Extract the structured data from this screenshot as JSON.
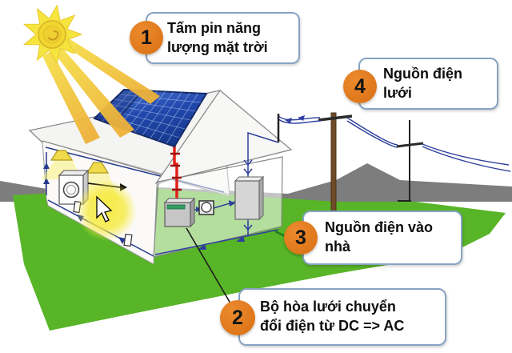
{
  "diagram_title": "",
  "callouts": [
    {
      "number": "1",
      "lines": [
        "Tấm pin năng",
        "lượng mặt trời"
      ]
    },
    {
      "number": "2",
      "lines": [
        "Bộ hòa lưới chuyển",
        "đổi điện từ DC => AC"
      ]
    },
    {
      "number": "3",
      "lines": [
        "Nguồn điện vào",
        "nhà"
      ]
    },
    {
      "number": "4",
      "lines": [
        "Nguồn điện",
        "lưới"
      ]
    }
  ],
  "colors": {
    "badge_orange": "#e0771c",
    "callout_border": "#87a3c2",
    "grass_green": "#58b527",
    "mountain_gray": "#7d7d7d",
    "solar_panel_blue": "#2b50b8",
    "wire_blue": "#2e3f9e",
    "dc_cable_red": "#e32119",
    "sun_yellow": "#f5e042",
    "pole_brown": "#6e4a26",
    "inverter_green_strip": "#2f9e5f"
  }
}
